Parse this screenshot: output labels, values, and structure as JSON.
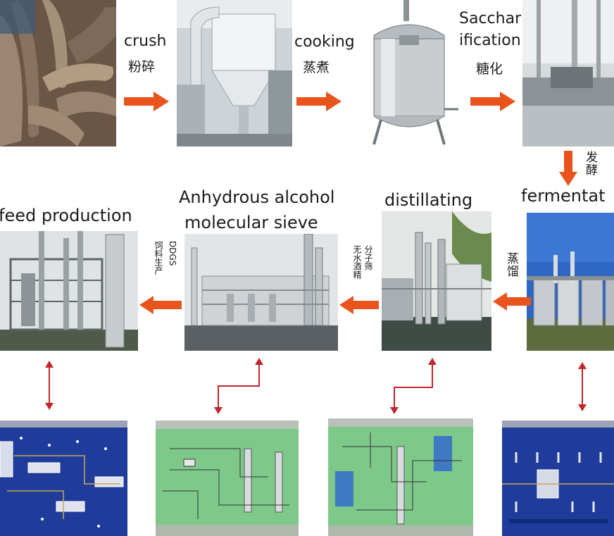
{
  "colors": {
    "arrow": "#e8541c",
    "link": "#c0262b",
    "panel_blue": "#1f3c9a",
    "panel_green": "#7ec98a"
  },
  "steps": {
    "crush": {
      "en": "crush",
      "cn": "粉碎"
    },
    "cooking": {
      "en": "cooking",
      "cn": "蒸煮"
    },
    "saccharification": {
      "en_1": "Sacchar",
      "en_2": "ification",
      "cn": "糖化"
    },
    "fermentation": {
      "en": "fermentat",
      "cn": "发酵"
    },
    "distillating": {
      "en": "distillating",
      "cn": "蒸馏"
    },
    "molecular_sieve": {
      "en_1": "Anhydrous alcohol",
      "en_2": "molecular sieve",
      "cn_1": "分子筛",
      "cn_2": "无水酒精"
    },
    "feed": {
      "en": "feed production",
      "cn_1": "DDGS",
      "cn_2": "饲料生产"
    }
  },
  "photos": [
    {
      "subject": "cassava-roots"
    },
    {
      "subject": "crusher-dust-collector"
    },
    {
      "subject": "steel-cooking-vessel"
    },
    {
      "subject": "saccharification-hall"
    },
    {
      "subject": "fermentation-tanks"
    },
    {
      "subject": "distillation-towers"
    },
    {
      "subject": "molecular-sieve-plant"
    },
    {
      "subject": "feed-production-plant"
    }
  ],
  "control_screens": [
    {
      "theme": "blue"
    },
    {
      "theme": "green"
    },
    {
      "theme": "green"
    },
    {
      "theme": "blue"
    }
  ]
}
